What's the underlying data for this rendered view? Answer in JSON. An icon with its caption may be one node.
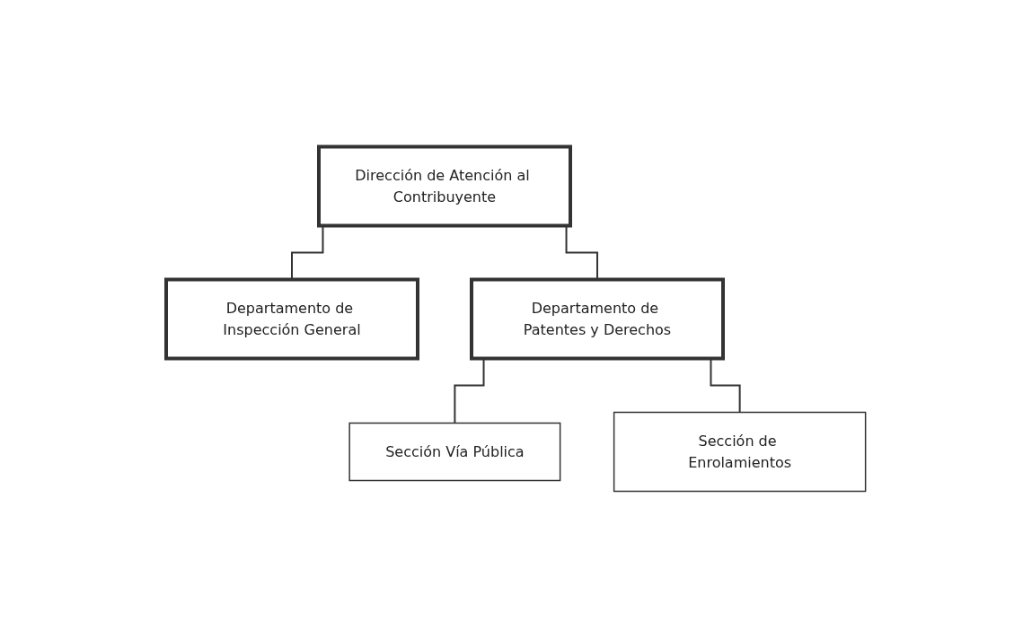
{
  "diagram": {
    "nodes": [
      {
        "text": [
          "Dirección de Atención al Contribuyente"
        ]
      },
      {
        "text": [
          "Departamento de Inspección General"
        ]
      },
      {
        "text": [
          "Departamento de Patentes y Derechos"
        ]
      },
      {
        "text": [
          "Sección Vía Pública"
        ]
      },
      {
        "text": [
          "Sección de Enrolamientos"
        ]
      }
    ],
    "edges": [
      {
        "from": 0,
        "to": 1,
        "arrow": "none"
      },
      {
        "from": 0,
        "to": 2,
        "arrow": "none"
      },
      {
        "from": 2,
        "to": 3,
        "arrow": "none"
      },
      {
        "from": 2,
        "to": 4,
        "arrow": "none"
      }
    ]
  }
}
